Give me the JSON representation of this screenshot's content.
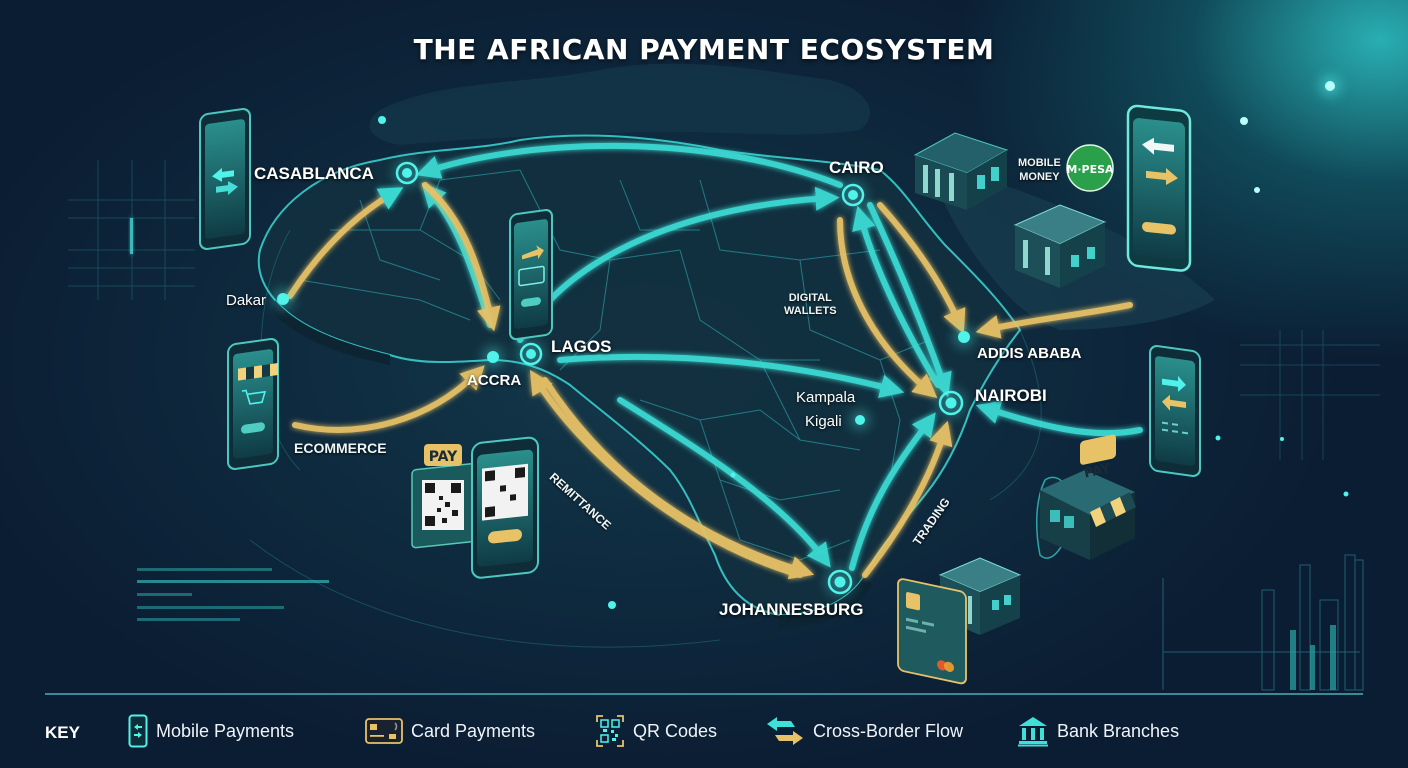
{
  "title": "THE AFRICAN PAYMENT ECOSYSTEM",
  "colors": {
    "background": "#0a1a2e",
    "map_land": "#12303f",
    "border_lines": "#2fb8bd",
    "teal_flow": "#3ee0d8",
    "gold_flow": "#e8c266",
    "glow_node": "#4ff3ea",
    "key_line": "#3b8a96"
  },
  "cities": {
    "casablanca": "CASABLANCA",
    "cairo": "CAIRO",
    "dakar": "Dakar",
    "accra": "ACCRA",
    "lagos": "LAGOS",
    "addis_ababa": "ADDIS ABABA",
    "nairobi": "NAIROBI",
    "kampala": "Kampala",
    "kigali": "Kigali",
    "johannesburg": "JOHANNESBURG"
  },
  "flow_labels": {
    "digital_wallets_1": "DIGITAL",
    "digital_wallets_2": "WALLETS",
    "ecommerce": "ECOMMERCE",
    "remittance": "REMITTANCE",
    "trading": "TRADING",
    "mobile_money_1": "MOBILE",
    "mobile_money_2": "MONEY",
    "mpesa_badge": "M-PESA",
    "pay_sign": "PAY"
  },
  "key": {
    "title": "KEY",
    "items": [
      {
        "icon": "mobile-phone-icon",
        "label": "Mobile Payments"
      },
      {
        "icon": "credit-card-icon",
        "label": "Card Payments"
      },
      {
        "icon": "qr-code-icon",
        "label": "QR Codes"
      },
      {
        "icon": "cross-border-arrows-icon",
        "label": "Cross-Border Flow"
      },
      {
        "icon": "bank-building-icon",
        "label": "Bank Branches"
      }
    ]
  }
}
